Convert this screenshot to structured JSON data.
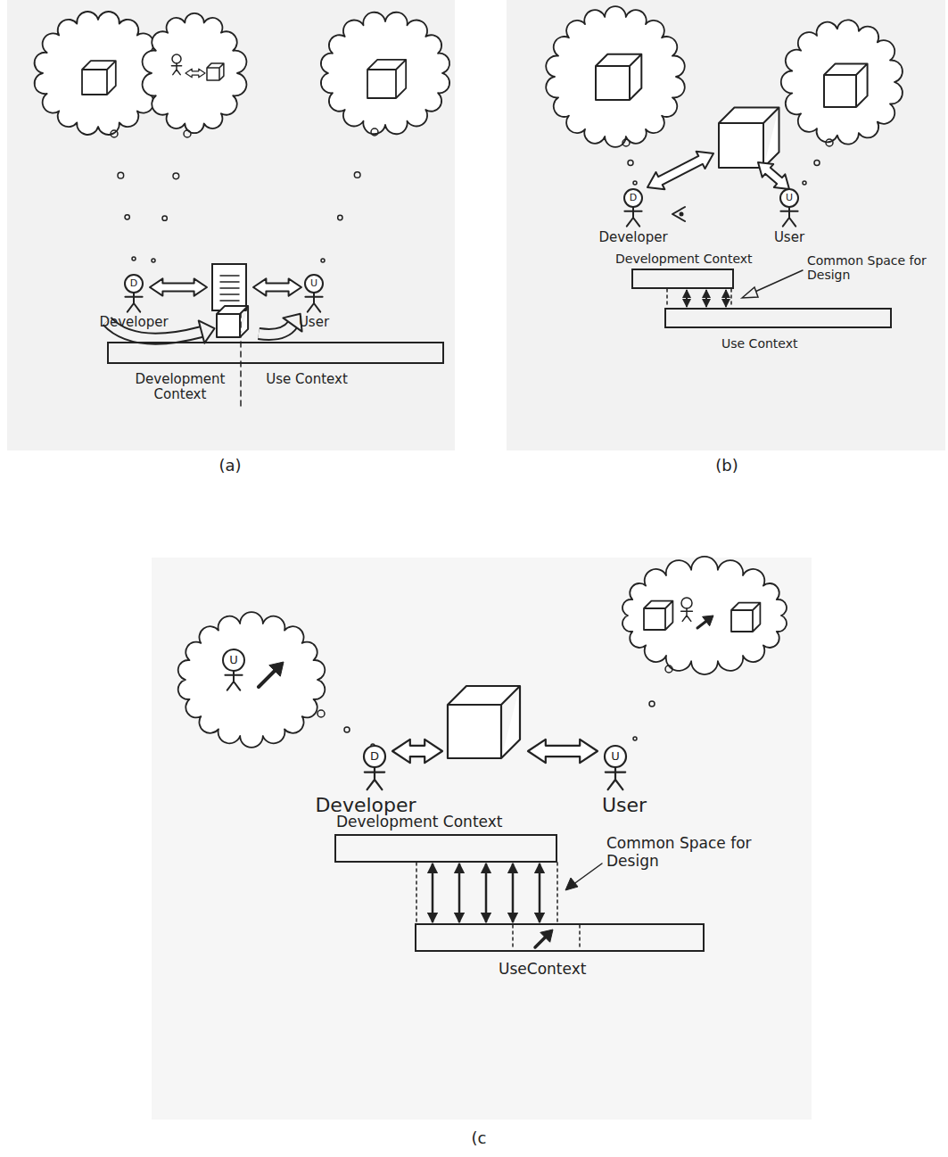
{
  "diagram": {
    "nodes": [
      {
        "text": [
          "Development Context",
          "Use Context"
        ]
      },
      {
        "text": [
          "Development Context"
        ]
      },
      {
        "text": [
          "Use Context"
        ]
      },
      {
        "text": [
          "Development Context"
        ]
      },
      {
        "text": [
          "UseContext"
        ]
      }
    ],
    "edges": [
      {
        "from": 1,
        "to": 2,
        "arrow": "both"
      },
      {
        "from": 1,
        "to": 2,
        "arrow": "both"
      },
      {
        "from": 1,
        "to": 2,
        "arrow": "both"
      },
      {
        "from": 3,
        "to": 4,
        "arrow": "both"
      },
      {
        "from": 3,
        "to": 4,
        "arrow": "both"
      },
      {
        "from": 3,
        "to": 4,
        "arrow": "both"
      },
      {
        "from": 3,
        "to": 4,
        "arrow": "both"
      },
      {
        "from": 3,
        "to": 4,
        "arrow": "both"
      }
    ],
    "labels": [
      "Developer",
      "D",
      "User",
      "U",
      "(a)",
      "Developer",
      "D",
      "User",
      "U",
      "Common Space for Design",
      "(b)",
      "U",
      "Developer",
      "D",
      "User",
      "U",
      "Common Space for Design",
      "(c"
    ]
  }
}
